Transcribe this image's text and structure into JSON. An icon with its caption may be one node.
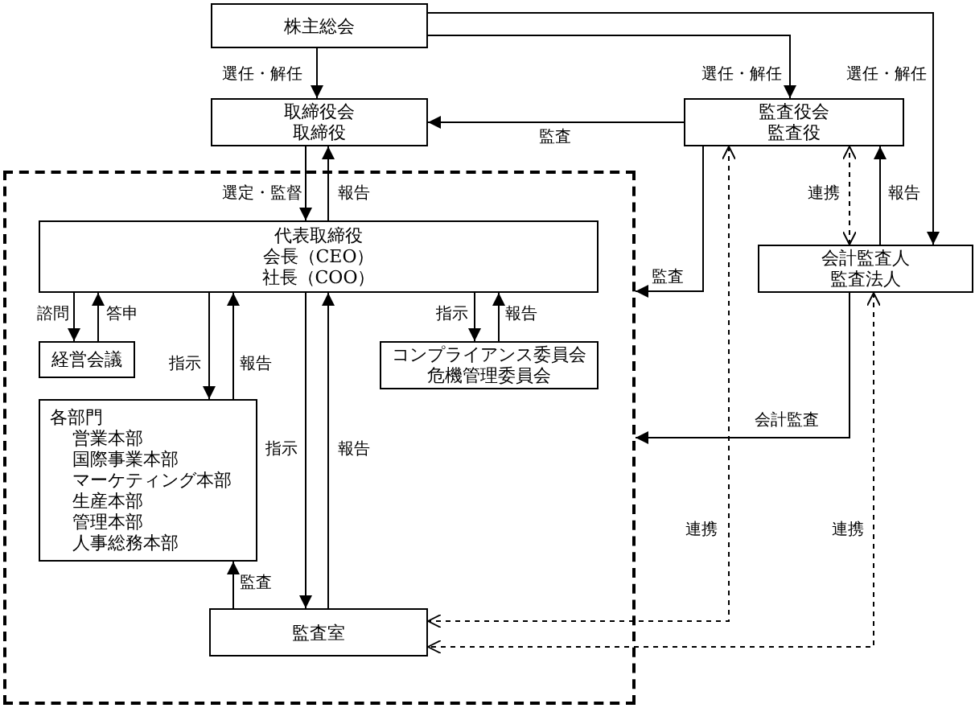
{
  "diagram": {
    "nodes": [
      {
        "text": [
          "株主総会"
        ]
      },
      {
        "text": [
          "取締役会",
          "取締役"
        ]
      },
      {
        "text": [
          "監査役会",
          "監査役"
        ]
      },
      {
        "text": [],
        "shape": "box"
      },
      {
        "text": [
          "代表取締役",
          "会長（CEO）",
          "社長（COO）"
        ],
        "in": 3
      },
      {
        "text": [
          "経営会議"
        ],
        "in": 3
      },
      {
        "text": [
          "コンプライアンス委員会",
          "危機管理委員会"
        ],
        "in": 3
      },
      {
        "text": [
          "各部門",
          "営業本部",
          "国際事業本部",
          "マーケティング本部",
          "生産本部",
          "管理本部",
          "人事総務本部"
        ],
        "in": 3
      },
      {
        "text": [
          "監査室"
        ],
        "in": 3
      },
      {
        "text": [
          "会計監査人",
          "監査法人"
        ]
      }
    ],
    "edges": [
      {
        "from": 0,
        "to": 1,
        "arrow": "to",
        "label": "選任・解任"
      },
      {
        "from": 0,
        "to": 2,
        "arrow": "to",
        "label": "選任・解任"
      },
      {
        "from": 0,
        "to": 9,
        "arrow": "to",
        "label": "選任・解任"
      },
      {
        "from": 2,
        "to": 1,
        "arrow": "to",
        "label": "監査"
      },
      {
        "from": 1,
        "to": 4,
        "arrow": "to",
        "label": "選定・監督"
      },
      {
        "from": 4,
        "to": 1,
        "arrow": "to",
        "label": "報告"
      },
      {
        "from": 2,
        "to": 3,
        "arrow": "to",
        "label": "監査"
      },
      {
        "from": 9,
        "to": 2,
        "arrow": "both",
        "style": "dashed",
        "label": "連携"
      },
      {
        "from": 9,
        "to": 2,
        "arrow": "to",
        "label": "報告"
      },
      {
        "from": 4,
        "to": 5,
        "arrow": "to",
        "label": "諮問"
      },
      {
        "from": 5,
        "to": 4,
        "arrow": "to",
        "label": "答申"
      },
      {
        "from": 4,
        "to": 6,
        "arrow": "to",
        "label": "指示"
      },
      {
        "from": 6,
        "to": 4,
        "arrow": "to",
        "label": "報告"
      },
      {
        "from": 4,
        "to": 7,
        "arrow": "to",
        "label": "指示"
      },
      {
        "from": 7,
        "to": 4,
        "arrow": "to",
        "label": "報告"
      },
      {
        "from": 4,
        "to": 8,
        "arrow": "to",
        "label": "指示"
      },
      {
        "from": 8,
        "to": 4,
        "arrow": "to",
        "label": "報告"
      },
      {
        "from": 8,
        "to": 7,
        "arrow": "to",
        "label": "監査"
      },
      {
        "from": 9,
        "to": 3,
        "arrow": "to",
        "label": "会計監査"
      },
      {
        "from": 2,
        "to": 8,
        "arrow": "both",
        "style": "dashed",
        "label": "連携"
      },
      {
        "from": 9,
        "to": 8,
        "arrow": "both",
        "style": "dashed",
        "label": "連携"
      }
    ]
  }
}
